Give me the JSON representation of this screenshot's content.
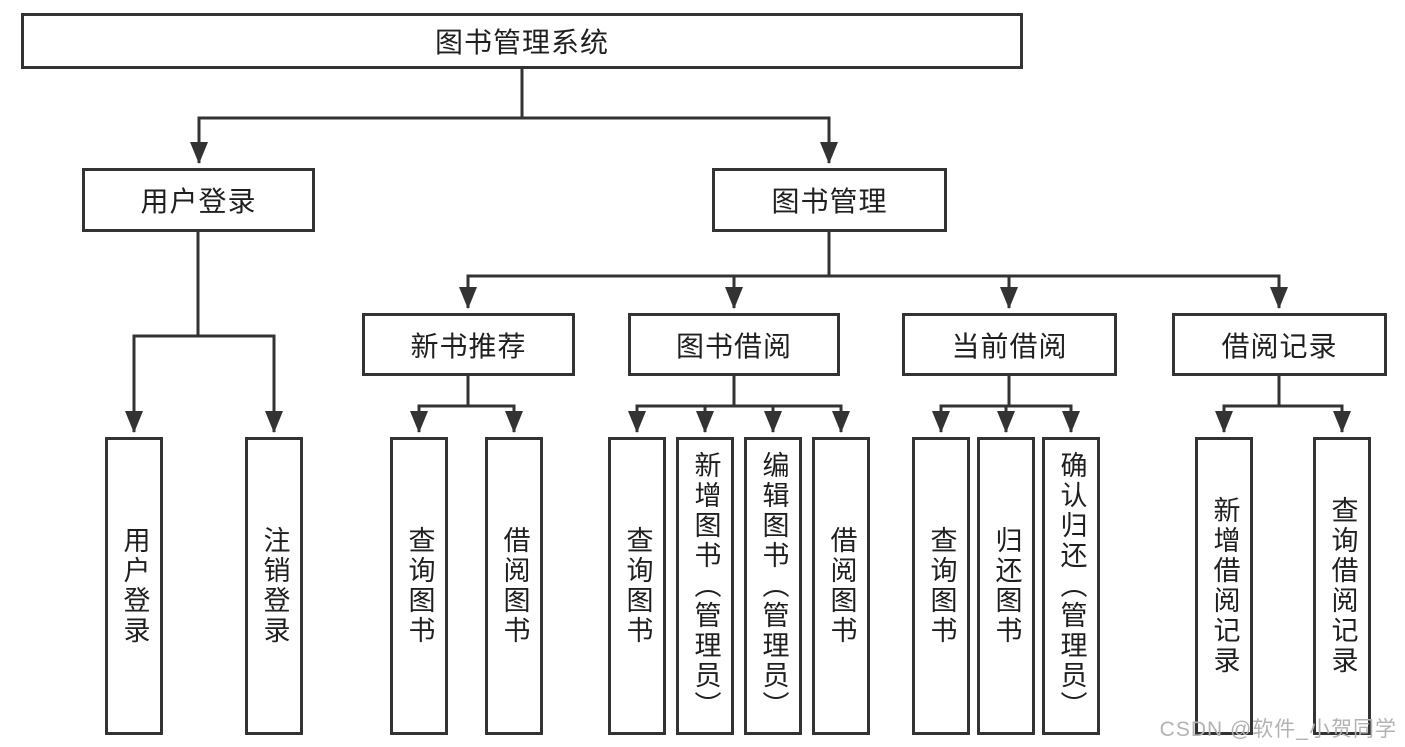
{
  "nodes": {
    "root": {
      "label": "图书管理系统"
    },
    "level2": [
      {
        "label": "用户登录"
      },
      {
        "label": "图书管理"
      }
    ],
    "level3": [
      {
        "label": "新书推荐"
      },
      {
        "label": "图书借阅"
      },
      {
        "label": "当前借阅"
      },
      {
        "label": "借阅记录"
      }
    ],
    "leaves": [
      {
        "label": "用户登录"
      },
      {
        "label": "注销登录"
      },
      {
        "label": "查询图书"
      },
      {
        "label": "借阅图书"
      },
      {
        "label": "查询图书"
      },
      {
        "label": "新增图书（管理员）"
      },
      {
        "label": "编辑图书（管理员）"
      },
      {
        "label": "借阅图书"
      },
      {
        "label": "查询图书"
      },
      {
        "label": "归还图书"
      },
      {
        "label": "确认归还（管理员）"
      },
      {
        "label": "新增借阅记录"
      },
      {
        "label": "查询借阅记录"
      }
    ]
  },
  "watermark": {
    "text": "CSDN @软件_小贺同学"
  },
  "colors": {
    "line": "#333333",
    "text": "#1f1f1f",
    "watermark": "#b3b3b3",
    "background": "#ffffff"
  }
}
